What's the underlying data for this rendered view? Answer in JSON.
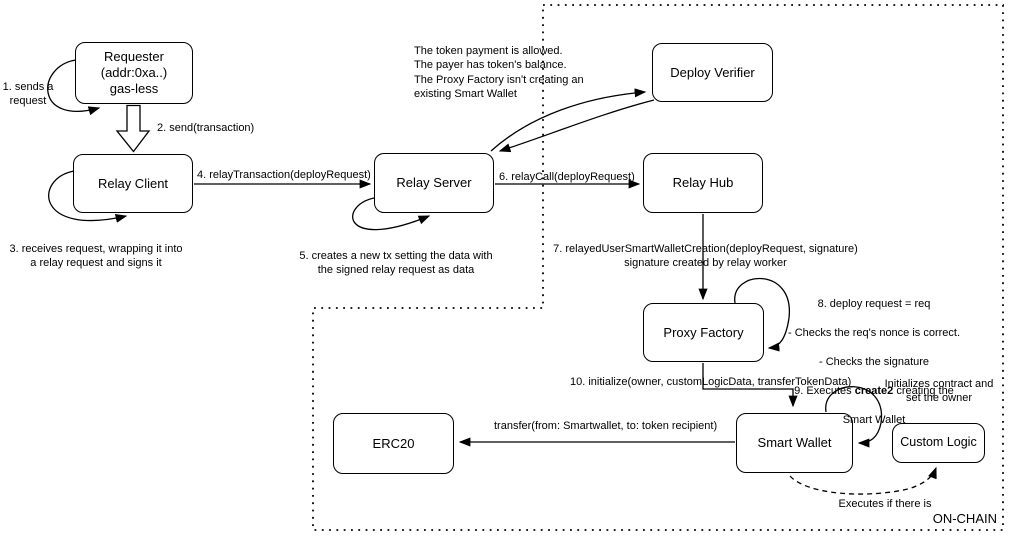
{
  "nodes": {
    "requester": "Requester\n(addr:0xa..)\ngas-less",
    "relay_client": "Relay Client",
    "relay_server": "Relay Server",
    "deploy_verifier": "Deploy Verifier",
    "relay_hub": "Relay Hub",
    "proxy_factory": "Proxy Factory",
    "smart_wallet": "Smart Wallet",
    "custom_logic": "Custom Logic",
    "erc20": "ERC20"
  },
  "labels": {
    "step1": "1. sends a\nrequest",
    "step2": "2. send(transaction)",
    "step3": "3. receives request, wrapping it into\na relay request and signs it",
    "step4": "4. relayTransaction(deployRequest)",
    "step5": "5. creates a new tx setting the data with\nthe signed relay request as data",
    "step6": "6. relayCall(deployRequest)",
    "step7": "7. relayedUserSmartWalletCreation(deployRequest, signature)\nsignature created by relay worker",
    "verifier_note": "The token payment is allowed.\nThe payer has token's balance.\nThe Proxy Factory isn't creating an\nexisting Smart Wallet",
    "step8_9": {
      "line1": "8. deploy request = req",
      "line2": "- Checks the req's nonce is correct.",
      "line3": "- Checks the signature",
      "line4_pre": "9. Executes ",
      "line4_bold": "create2",
      "line4_post": " creating the",
      "line5": "Smart Wallet"
    },
    "step10": "10. initialize(owner, customLogicData, transferTokenData)",
    "transfer": "transfer(from: Smartwallet, to: token recipient)",
    "custom_logic_note": "Initializes contract and\nset the owner",
    "executes_note": "Executes if there is",
    "onchain": "ON-CHAIN"
  },
  "colors": {
    "background": "#ffffff",
    "stroke": "#000000",
    "text": "#000000"
  }
}
